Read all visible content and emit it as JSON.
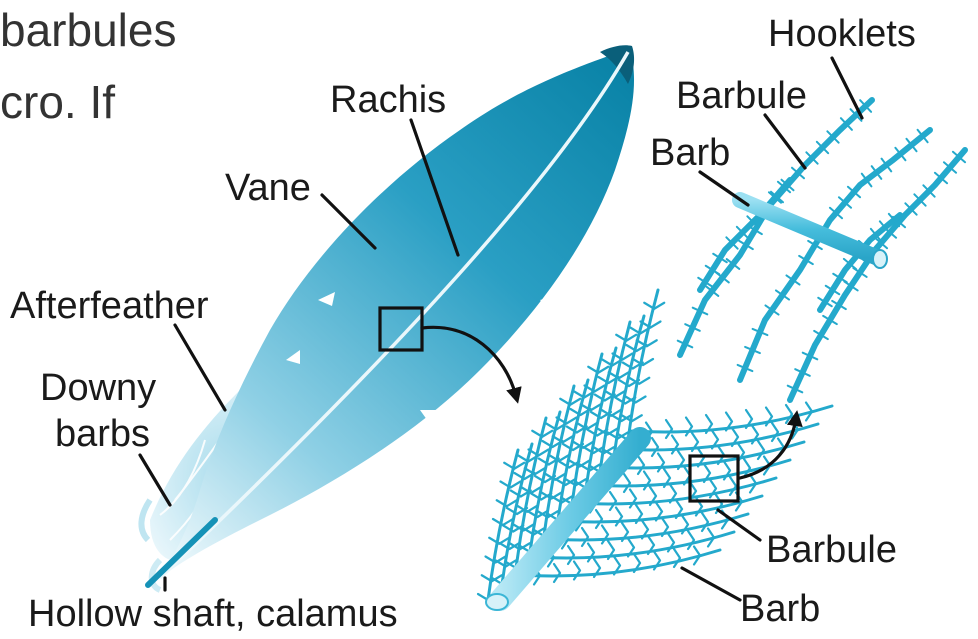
{
  "top_text": {
    "line1": "barbules",
    "line2": "cro. If"
  },
  "labels": {
    "rachis": "Rachis",
    "vane": "Vane",
    "afterfeather": "Afterfeather",
    "downy_line1": "Downy",
    "downy_line2": "barbs",
    "hollow_shaft": "Hollow shaft, calamus",
    "hooklets": "Hooklets",
    "barbule_top": "Barbule",
    "barb_top": "Barb",
    "barbule_bottom": "Barbule",
    "barb_bottom": "Barb"
  },
  "colors": {
    "feather_dark": "#0e8db0",
    "feather_mid": "#4bb4d2",
    "feather_light": "#d4eef6",
    "barb_cyan": "#2aaed0",
    "label_ink": "#1a1a1a"
  }
}
